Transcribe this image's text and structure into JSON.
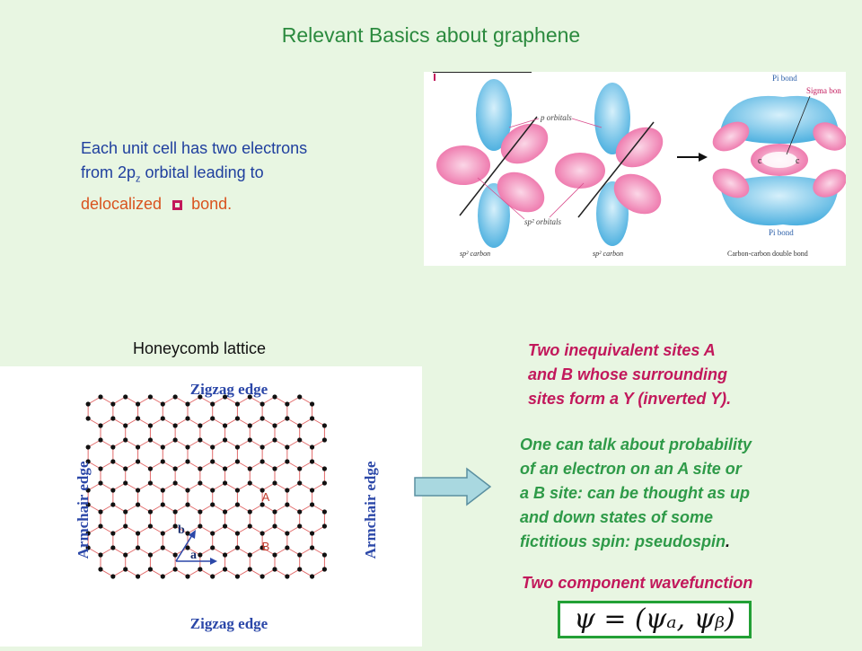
{
  "title": "Relevant Basics about graphene",
  "intro": {
    "line1": "Each unit cell has two electrons",
    "line2_pre": "from 2p",
    "line2_sub": "z",
    "line2_post": " orbital leading to",
    "line3_pre": "delocalized",
    "line3_post": "bond."
  },
  "orbital_figure": {
    "p_orbitals": "p orbitals",
    "pi_bond_top": "Pi bond",
    "sigma_bond": "Sigma bon",
    "sp2_orbitals": "sp² orbitals",
    "pi_bond_bottom": "Pi bond",
    "caption1": "sp² carbon",
    "caption2": "sp² carbon",
    "caption3": "Carbon-carbon double bond",
    "c_left": "c",
    "c_right": "c"
  },
  "lattice": {
    "caption": "Honeycomb lattice",
    "zigzag_top": "Zigzag edge",
    "zigzag_bottom": "Zigzag edge",
    "armchair_left": "Armchair edge",
    "armchair_right": "Armchair edge",
    "site_a": "A",
    "site_b": "B",
    "vec_a": "a",
    "vec_b": "b"
  },
  "sites_text": {
    "line1": "Two inequivalent sites A",
    "line2": "and B whose surrounding",
    "line3": "sites form a Y (inverted Y)."
  },
  "pseudo_text": {
    "line1": "One can talk about probability",
    "line2": "of an electron on an A site or",
    "line3": "a B site: can be thought as up",
    "line4": "and down states of some",
    "line5": "fictitious spin: pseudospin",
    "line5_end": "."
  },
  "wave_label": "Two component wavefunction",
  "wave_formula": "ψ = (ψₐ, ψᵦ)",
  "colors": {
    "title": "#2b8a3e",
    "blue_text": "#1f3f9e",
    "orange_text": "#d9531e",
    "magenta": "#c2185b",
    "green": "#2e9a48",
    "orbital_blue": "#6cc0e8",
    "orbital_pink": "#f07ab0"
  }
}
